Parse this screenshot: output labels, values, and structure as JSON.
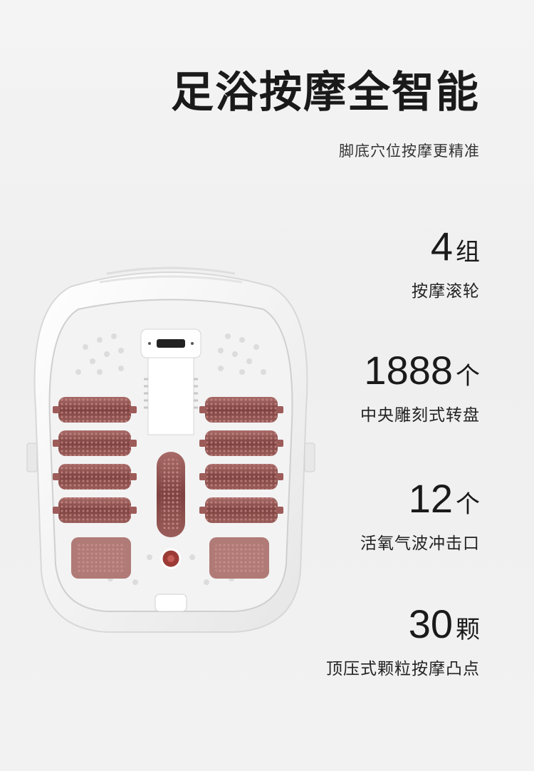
{
  "header": {
    "title": "足浴按摩全智能",
    "subtitle": "脚底穴位按摩更精准"
  },
  "stats": [
    {
      "number": "4",
      "unit": "组",
      "description": "按摩滚轮"
    },
    {
      "number": "1888",
      "unit": "个",
      "description": "中央雕刻式转盘"
    },
    {
      "number": "12",
      "unit": "个",
      "description": "活氧气波冲击口"
    },
    {
      "number": "30",
      "unit": "颗",
      "description": "顶压式颗粒按摩凸点"
    }
  ],
  "colors": {
    "roller": "#8a4a48",
    "tub": "#ffffff",
    "text": "#1a1a1a"
  }
}
